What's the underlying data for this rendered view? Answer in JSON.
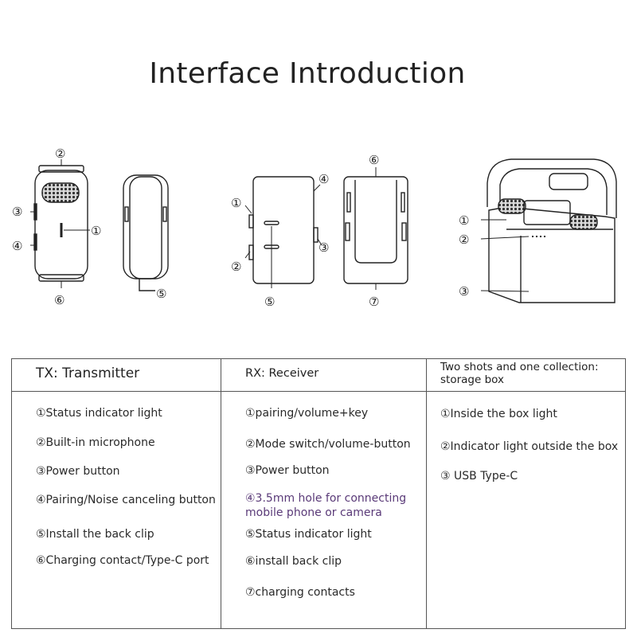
{
  "title": "Interface Introduction",
  "diagram": {
    "tx_front_labels": [
      "①",
      "②",
      "③",
      "④",
      "⑥"
    ],
    "tx_side_labels": [
      "⑤"
    ],
    "rx_front_labels": [
      "①",
      "②",
      "③",
      "④",
      "⑤"
    ],
    "rx_back_labels": [
      "⑥",
      "⑦"
    ],
    "box_labels": [
      "①",
      "②",
      "③"
    ]
  },
  "table": {
    "columns": [
      {
        "header": "TX: Transmitter",
        "items": [
          "①Status indicator light",
          "②Built-in microphone",
          "③Power button",
          "④Pairing/Noise canceling button",
          "⑤Install the back clip",
          "⑥Charging contact/Type-C port"
        ]
      },
      {
        "header": "RX: Receiver",
        "items": [
          "①pairing/volume+key",
          "②Mode switch/volume-button",
          "③Power button",
          "④3.5mm hole for connecting mobile phone or camera",
          "⑤Status indicator light",
          "⑥install back clip",
          "⑦charging contacts"
        ]
      },
      {
        "header": "Two shots and one collection: storage box",
        "items": [
          "①Inside the box light",
          "②Indicator light outside the box",
          "③ USB Type-C"
        ]
      }
    ]
  }
}
